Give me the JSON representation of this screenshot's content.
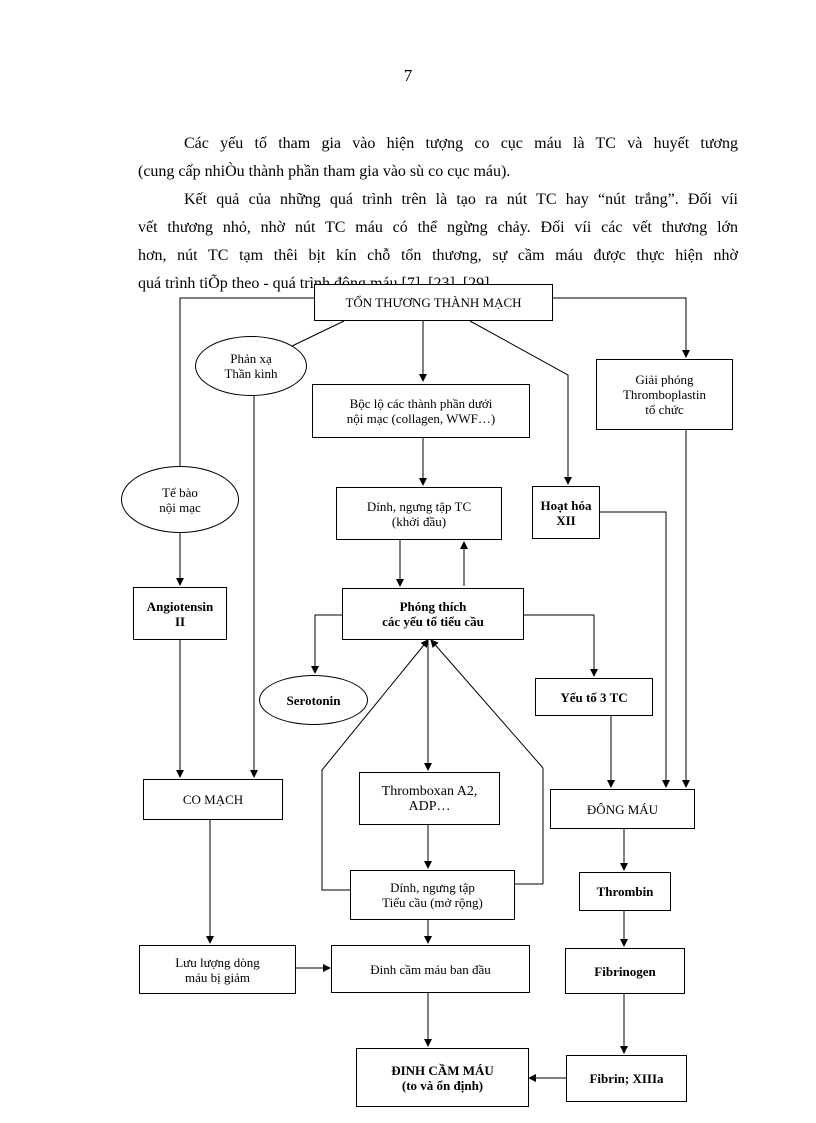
{
  "page_number": "7",
  "paragraphs": [
    {
      "line1": "Các yếu tố tham gia vào hiện tượng co cục máu là TC và huyết tương",
      "line2": "(cung cấp nhiÒu thành phần tham gia vào sù co cục máu)."
    },
    {
      "line1": "Kết quả của những quá trình trên là tạo ra nút TC hay “nút trắng”. Đối víi",
      "line2": "vết thương nhỏ, nhờ nút TC máu có thể ngừng chảy. Đối víi các vết thương lớn",
      "line3": "hơn, nút TC tạm thêi bịt kín chỗ tổn thương, sự cầm máu được thực hiện nhờ",
      "line4": "quá trình tiÕp theo - quá trình đông máu [7], [23], [29]."
    }
  ],
  "diagram": {
    "ton_thuong": "TỔN THƯƠNG THÀNH MẠCH",
    "phan_xa": {
      "line1": "Phản xạ",
      "line2": "Thần kinh"
    },
    "boc_lo": {
      "line1": "Bộc lộ các thành phần dưới",
      "line2": "nội mạc (collagen, WWF…)"
    },
    "giai_phong": {
      "line1": "Giải phóng",
      "line2": "Thromboplastin",
      "line3": "tổ chức"
    },
    "te_bao": {
      "line1": "Tế bào",
      "line2": "nội mạc"
    },
    "dinh_ngung_1": {
      "line1": "Dính, ngưng tập TC",
      "line2": "(khởi đầu)"
    },
    "hoat_hoa": {
      "line1": "Hoạt hóa",
      "line2": "XII"
    },
    "angiotensin": {
      "line1": "Angiotensin",
      "line2": "II"
    },
    "phong_thich": {
      "line1": "Phóng thích",
      "line2": "các yếu tố tiểu cầu"
    },
    "serotonin": "Serotonin",
    "yeu_to_3": "Yếu tố 3 TC",
    "co_mach": "CO MẠCH",
    "thromboxan": {
      "line1": "Thromboxan A2,",
      "line2": "ADP…"
    },
    "dong_mau": "ĐÔNG MÁU",
    "dinh_ngung_2": {
      "line1": "Dính, ngưng tập",
      "line2": "Tiểu cầu (mở rộng)"
    },
    "thrombin": "Thrombin",
    "luu_luong": {
      "line1": "Lưu lượng dòng",
      "line2": "máu bị giảm"
    },
    "dinh_cam_mau_ban_dau": "Đinh cầm máu ban đầu",
    "fibrinogen": "Fibrinogen",
    "dinh_cam_mau": {
      "line1": "ĐINH CẦM MÁU",
      "line2": "(to và ổn định)"
    },
    "fibrin": "Fibrin; XIIIa"
  }
}
